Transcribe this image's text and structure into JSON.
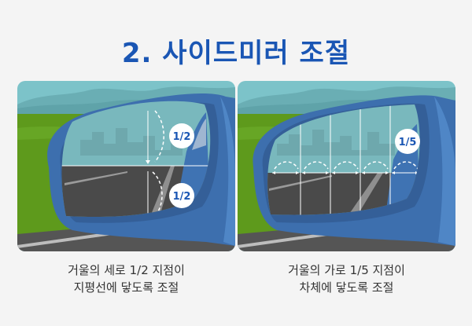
{
  "title": "2. 사이드미러 조절",
  "colors": {
    "title_blue": "#1a56b4",
    "sky": "#7cc3c9",
    "mountain": "#6aaeb4",
    "grass": "#5e9a1c",
    "road": "#555555",
    "mirror_frame": "#3d6fae",
    "mirror_glass_sky": "#79b8bd",
    "mirror_glass_road": "#4a4a4a",
    "badge_text": "#1a56b4"
  },
  "panels": [
    {
      "id": "vertical",
      "badges": [
        "1/2",
        "1/2"
      ],
      "caption_line1": "거울의 세로 1/2 지점이",
      "caption_line2": "지평선에 닿도록 조절"
    },
    {
      "id": "horizontal",
      "badges": [
        "1/5"
      ],
      "caption_line1": "거울의 가로 1/5 지점이",
      "caption_line2": "차체에 닿도록 조절"
    }
  ]
}
